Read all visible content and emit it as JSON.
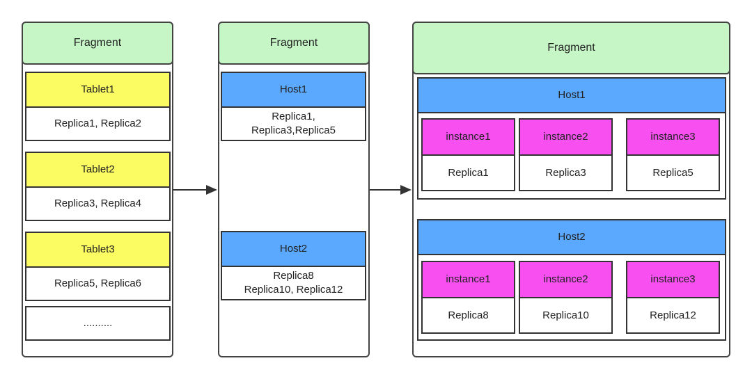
{
  "column1": {
    "header": "Fragment",
    "tablets": [
      {
        "name": "Tablet1",
        "replicas": "Replica1, Replica2"
      },
      {
        "name": "Tablet2",
        "replicas": "Replica3, Replica4"
      },
      {
        "name": "Tablet3",
        "replicas": "Replica5, Replica6"
      }
    ],
    "ellipsis": ".........."
  },
  "column2": {
    "header": "Fragment",
    "hosts": [
      {
        "name": "Host1",
        "replicas_line1": "Replica1,",
        "replicas_line2": "Replica3,Replica5"
      },
      {
        "name": "Host2",
        "replicas_line1": "Replica8",
        "replicas_line2": "Replica10, Replica12"
      }
    ]
  },
  "column3": {
    "header": "Fragment",
    "hosts": [
      {
        "name": "Host1",
        "instances": [
          {
            "name": "instance1",
            "replica": "Replica1"
          },
          {
            "name": "instance2",
            "replica": "Replica3"
          },
          {
            "name": "instance3",
            "replica": "Replica5"
          }
        ]
      },
      {
        "name": "Host2",
        "instances": [
          {
            "name": "instance1",
            "replica": "Replica8"
          },
          {
            "name": "instance2",
            "replica": "Replica10"
          },
          {
            "name": "instance3",
            "replica": "Replica12"
          }
        ]
      }
    ]
  },
  "colors": {
    "header_bg": "#c6f5c6",
    "tablet_bg": "#fbfb62",
    "host_bg": "#5aa9ff",
    "instance_bg": "#f84ff0"
  }
}
